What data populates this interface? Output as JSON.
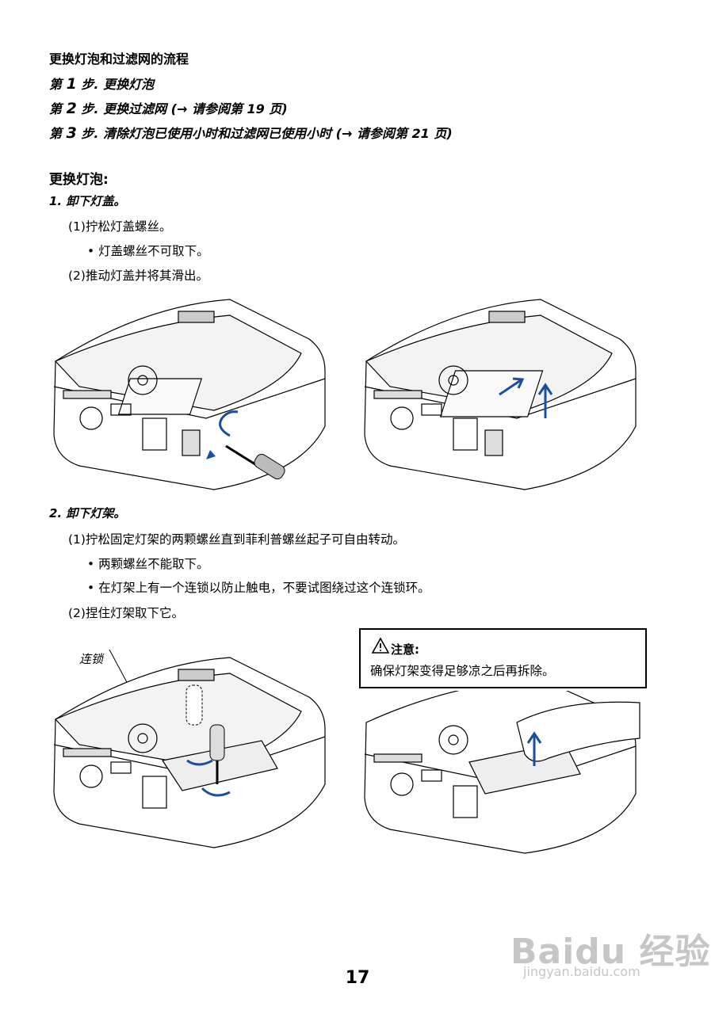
{
  "heading": "更换灯泡和过滤网的流程",
  "flow_steps": [
    {
      "prefix": "第",
      "num": "1",
      "suffix": "步.",
      "text": "更换灯泡"
    },
    {
      "prefix": "第",
      "num": "2",
      "suffix": "步.",
      "text": "更换过滤网 (→ 请参阅第 19 页)"
    },
    {
      "prefix": "第",
      "num": "3",
      "suffix": "步.",
      "text": "清除灯泡已使用小时和过滤网已使用小时 (→ 请参阅第 21 页)"
    }
  ],
  "section_title": "更换灯泡:",
  "step1": {
    "title": "1.  卸下灯盖。",
    "lines": [
      "(1)拧松灯盖螺丝。",
      "• 灯盖螺丝不可取下。",
      "(2)推动灯盖并将其滑出。"
    ]
  },
  "step2": {
    "title": "2.  卸下灯架。",
    "lines": [
      "(1)拧松固定灯架的两颗螺丝直到菲利普螺丝起子可自由转动。",
      "• 两颗螺丝不能取下。",
      "• 在灯架上有一个连锁以防止触电，不要试图绕过这个连锁环。",
      "(2)捏住灯架取下它。"
    ]
  },
  "caution": {
    "title": "注意:",
    "text": "确保灯架变得足够凉之后再拆除。"
  },
  "interlock_label": "连锁",
  "page_number": "17",
  "watermark": {
    "logo": "Baidu 经验",
    "url": "jingyan.baidu.com"
  },
  "icons": [
    "warning-triangle-icon",
    "screwdriver-icon",
    "rotate-arrow-icon",
    "slide-arrow-icon",
    "lift-arrow-icon"
  ]
}
